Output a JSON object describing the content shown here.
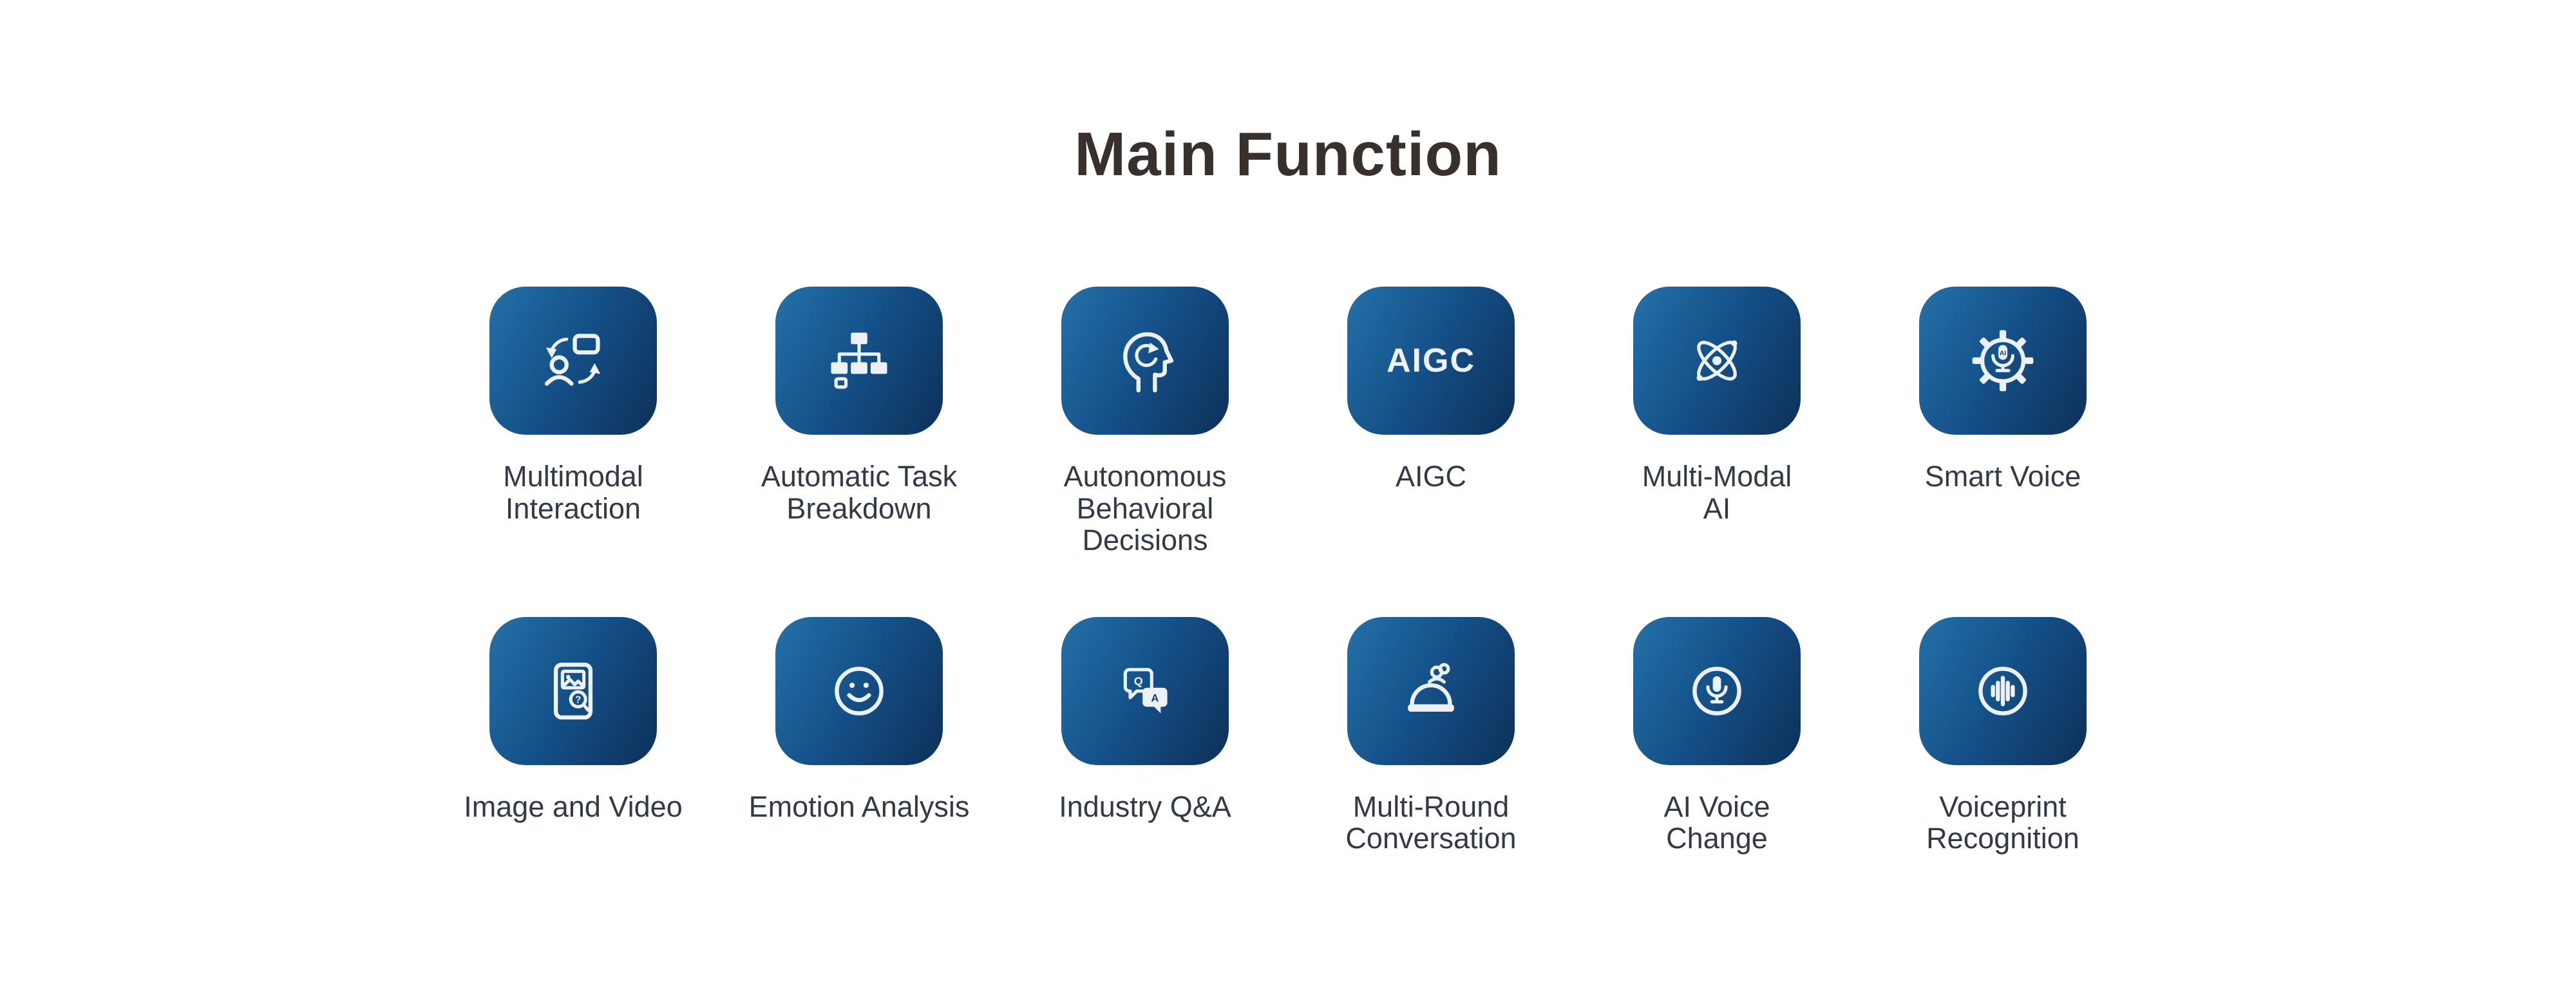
{
  "page": {
    "title": "Main Function"
  },
  "theme": {
    "background": "#ffffff",
    "title_color": "#37302d",
    "label_color": "#323a46",
    "tile_gradient_start": "#2371a8",
    "tile_gradient_end": "#0d3059",
    "icon_color": "#ecf1f5"
  },
  "functions": [
    {
      "label": "Multimodal\nInteraction",
      "icon": "multimodal-interaction-icon"
    },
    {
      "label": "Automatic Task\nBreakdown",
      "icon": "task-breakdown-icon"
    },
    {
      "label": "Autonomous\nBehavioral\nDecisions",
      "icon": "autonomous-decisions-icon"
    },
    {
      "label": "AIGC",
      "icon": "aigc-text-icon",
      "icon_text": "AIGC"
    },
    {
      "label": "Multi-Modal\nAI",
      "icon": "atom-icon"
    },
    {
      "label": "Smart Voice",
      "icon": "gear-microphone-icon"
    },
    {
      "label": "Image and Video",
      "icon": "document-media-icon"
    },
    {
      "label": "Emotion Analysis",
      "icon": "smiley-face-icon"
    },
    {
      "label": "Industry Q&A",
      "icon": "qa-chat-bubbles-icon"
    },
    {
      "label": "Multi-Round\nConversation",
      "icon": "conversation-desk-icon"
    },
    {
      "label": "AI Voice\nChange",
      "icon": "microphone-circle-icon"
    },
    {
      "label": "Voiceprint\nRecognition",
      "icon": "voiceprint-wave-icon"
    }
  ]
}
